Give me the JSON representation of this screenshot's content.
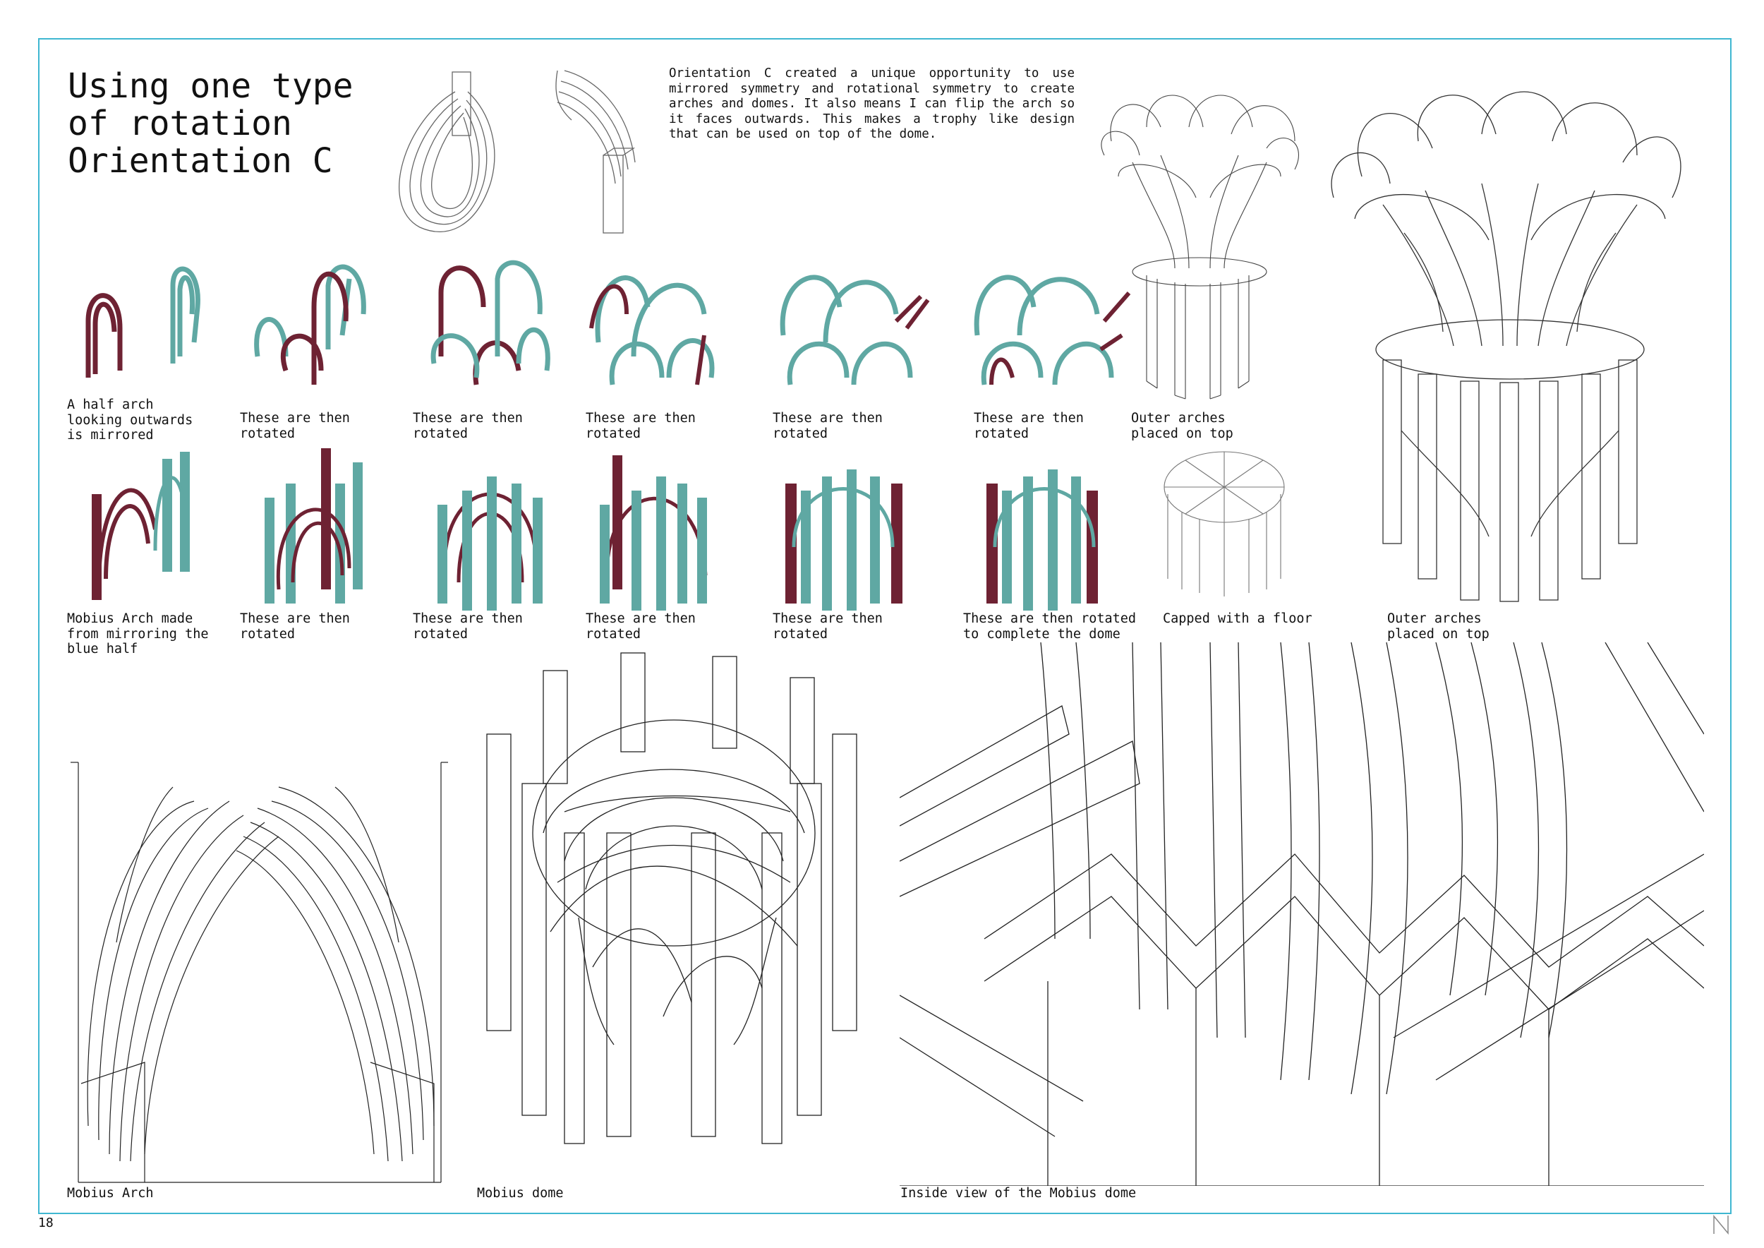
{
  "title": "Using one type\nof rotation\nOrientation C",
  "intro": "Orientation C created a unique opportunity to use mirrored symmetry and rotational symmetry to create arches and domes. It also means I can flip the arch so it faces outwards. This makes a trophy like design that can be used on top of the dome.",
  "row1_captions": [
    "A half arch\nlooking outwards\nis mirrored",
    "These are then\nrotated",
    "These are then\nrotated",
    "These are then\nrotated",
    "These are then\nrotated",
    "These are then\nrotated",
    "Outer arches\nplaced on top"
  ],
  "row2_captions": [
    "Mobius Arch made\nfrom mirroring the\nblue half",
    "These are then\nrotated",
    "These are then\nrotated",
    "These are then\nrotated",
    "These are then\nrotated",
    "These are then rotated\nto complete the dome",
    "Capped with a floor",
    "Outer arches\nplaced on top"
  ],
  "bottom_captions": {
    "arch": "Mobius Arch",
    "dome": "Mobius dome",
    "inside": "Inside view of the Mobius dome"
  },
  "page_number": "18",
  "colors": {
    "teal": "#5fa8a3",
    "maroon": "#6e2233",
    "frame": "#3fb7d1"
  }
}
